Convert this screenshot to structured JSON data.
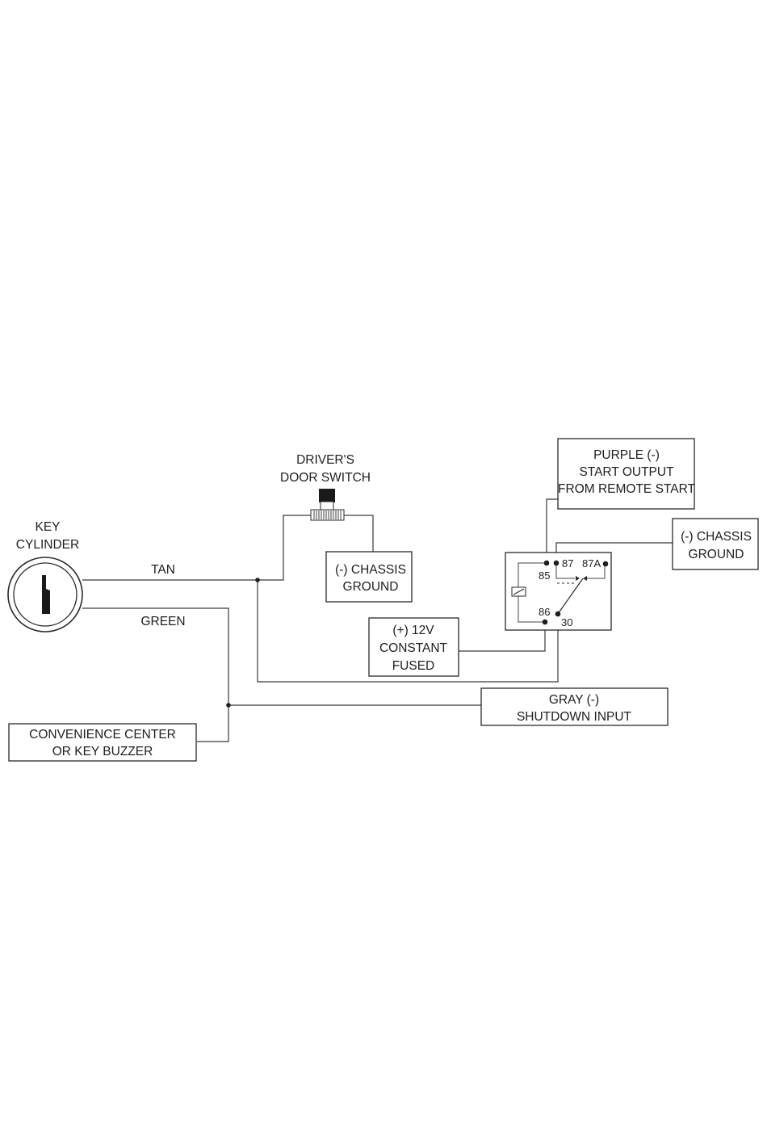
{
  "diagram": {
    "key_cylinder": {
      "line1": "KEY",
      "line2": "CYLINDER"
    },
    "door_switch": {
      "line1": "DRIVER'S",
      "line2": "DOOR SWITCH"
    },
    "door_ground": {
      "line1": "(-) CHASSIS",
      "line2": "GROUND"
    },
    "wires": {
      "tan": "TAN",
      "green": "GREEN"
    },
    "purple_box": {
      "line1": "PURPLE (-)",
      "line2": "START OUTPUT",
      "line3": "FROM REMOTE START"
    },
    "relay_ground": {
      "line1": "(-) CHASSIS",
      "line2": "GROUND"
    },
    "relay": {
      "pin85": "85",
      "pin86": "86",
      "pin87": "87",
      "pin87a": "87A",
      "pin30": "30"
    },
    "power_box": {
      "line1": "(+) 12V",
      "line2": "CONSTANT",
      "line3": "FUSED"
    },
    "gray_box": {
      "line1": "GRAY (-)",
      "line2": "SHUTDOWN INPUT"
    },
    "convenience_box": {
      "line1": "CONVENIENCE CENTER",
      "line2": "OR KEY BUZZER"
    }
  }
}
